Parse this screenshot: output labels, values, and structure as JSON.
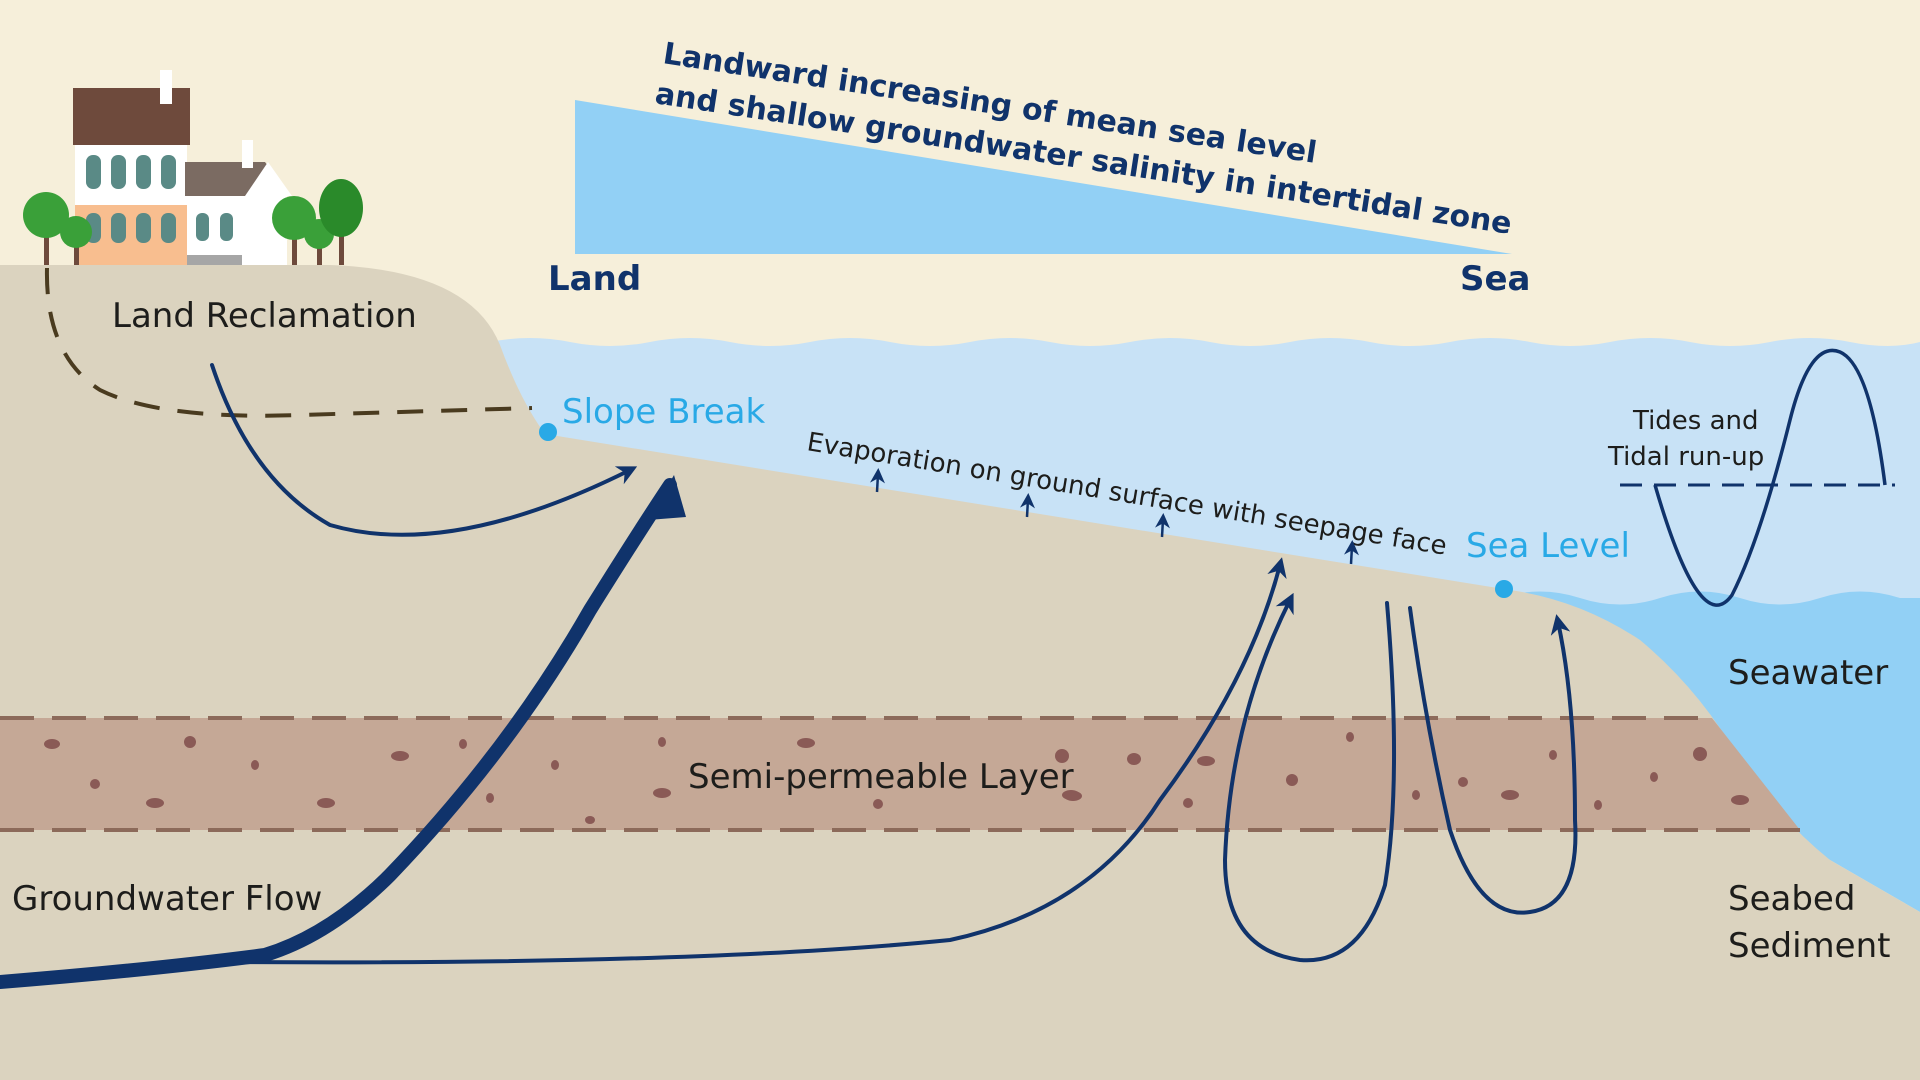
{
  "gradient": {
    "title_line1": "Landward increasing of mean sea level",
    "title_line2": "and shallow groundwater salinity in intertidal zone",
    "land_label": "Land",
    "sea_label": "Sea"
  },
  "labels": {
    "land_reclamation": "Land Reclamation",
    "slope_break": "Slope Break",
    "evaporation": "Evaporation on ground surface with seepage face",
    "sea_level": "Sea Level",
    "tides_line1": "Tides and",
    "tides_line2": "Tidal run-up",
    "seawater": "Seawater",
    "semi_permeable": "Semi-permeable Layer",
    "groundwater_flow": "Groundwater Flow",
    "seabed_line1": "Seabed",
    "seabed_line2": "Sediment"
  },
  "colors": {
    "background": "#f6efda",
    "ground": "#dbd3bf",
    "shallow_water": "#c8e2f6",
    "seawater": "#92d0f5",
    "semi_permeable_layer": "#c5a896",
    "flow_arrow": "#10336b",
    "accent_blue": "#29a9e6"
  },
  "icons": {
    "houses": "house-icon",
    "trees": "tree-icon"
  }
}
